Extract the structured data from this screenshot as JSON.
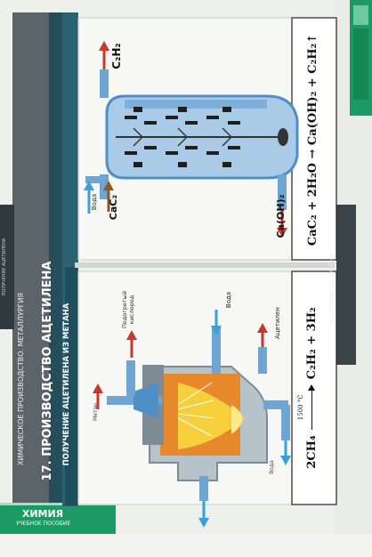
{
  "poster": {
    "series": "ХИМИЯ",
    "series_sub": "УЧЕБНОЕ ПОСОБИЕ",
    "subtitle": "ХИМИЧЕСКОЕ ПРОИЗВОДСТВО. МЕТАЛЛУРГИЯ",
    "title": "17. ПРОИЗВОДСТВО АЦЕТИЛЕНА",
    "side_left": "ПОЛУЧЕНИЕ АЦЕТИЛЕНА",
    "side_right": "ПОЛУЧЕНИЕ АЦЕТИЛЕНА"
  },
  "methane_panel": {
    "heading": "ПОЛУЧЕНИЕ АЦЕТИЛЕНА ИЗ МЕТАНА",
    "label_oxygen": "Подогретый кислород",
    "label_water": "Вода",
    "label_acetylene": "Ацетилен",
    "label_methane": "Метан",
    "label_water_out": "Вода",
    "equation_left": "2CH₄",
    "equation_cond": "1500 °C",
    "equation_right": "C₂H₂ + 3H₂"
  },
  "carbide_panel": {
    "label_c2h2": "C₂H₂",
    "label_water": "Вода",
    "label_cac2": "CaC₂",
    "label_caoh2": "Ca(OH)₂",
    "equation": "CaC₂ + 2H₂O → Ca(OH)₂ + C₂H₂↑"
  },
  "colors": {
    "teal_dark": "#1f4e5c",
    "teal_mid": "#2d6a78",
    "green_band": "#1c9a63",
    "steel_blue": "#4d8fc6",
    "reactor_orange": "#e7892b",
    "reactor_core": "#f6cf3c",
    "arrow_red": "#c8372d",
    "arrow_blue": "#3aa0d8"
  }
}
